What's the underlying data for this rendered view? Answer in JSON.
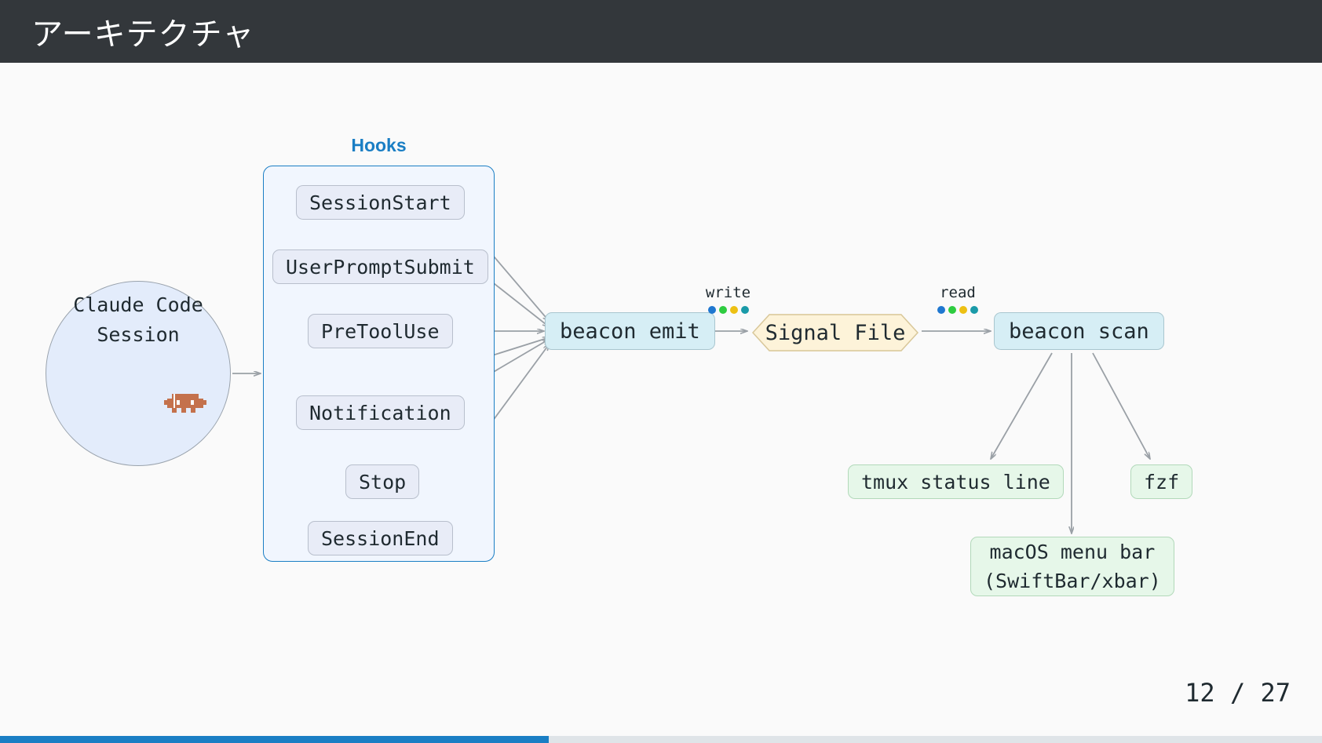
{
  "slide": {
    "title": "アーキテクチャ",
    "page_current": "12",
    "page_separator": "/",
    "page_total": "27",
    "page_counter": "12 / 27",
    "progress_percent": 41.5,
    "accent_color": "#1a7ec4",
    "title_bar_color": "#33373b",
    "background_color": "#fafafa"
  },
  "diagram": {
    "type": "flowchart",
    "session": {
      "label": "Claude Code\nSession",
      "icon": "pixel-creature-icon",
      "icon_color": "#c4714c",
      "fill": "#e3ecfb",
      "stroke": "#9aa3ad",
      "shape": "circle"
    },
    "hooks_cluster": {
      "title": "Hooks",
      "title_color": "#1a7ec4",
      "fill": "#f1f6fe",
      "stroke": "#1a7ec4",
      "items": [
        {
          "label": "SessionStart"
        },
        {
          "label": "UserPromptSubmit"
        },
        {
          "label": "PreToolUse"
        },
        {
          "label": "Notification"
        },
        {
          "label": "Stop"
        },
        {
          "label": "SessionEnd"
        }
      ]
    },
    "emit": {
      "label": "beacon emit",
      "fill": "#d6eef5",
      "stroke": "#a9c6cf",
      "shape": "rounded-rect"
    },
    "signal_file": {
      "label": "Signal File",
      "fill": "#fdf3d9",
      "stroke": "#d8c79a",
      "shape": "hexagon"
    },
    "scan": {
      "label": "beacon scan",
      "fill": "#d6eef5",
      "stroke": "#a9c6cf",
      "shape": "rounded-rect"
    },
    "edge_labels": [
      {
        "label": "write",
        "dots": [
          "#1f77d0",
          "#2ecc40",
          "#edc013",
          "#1a9aa8"
        ]
      },
      {
        "label": "read",
        "dots": [
          "#1f77d0",
          "#2ecc40",
          "#edc013",
          "#1a9aa8"
        ]
      }
    ],
    "outputs": [
      {
        "label": "tmux status line",
        "fill": "#e6f7e9",
        "stroke": "#b2d9ba"
      },
      {
        "label": "fzf",
        "fill": "#e6f7e9",
        "stroke": "#b2d9ba"
      },
      {
        "label": "macOS menu bar\n(SwiftBar/xbar)",
        "fill": "#e6f7e9",
        "stroke": "#b2d9ba"
      }
    ]
  }
}
